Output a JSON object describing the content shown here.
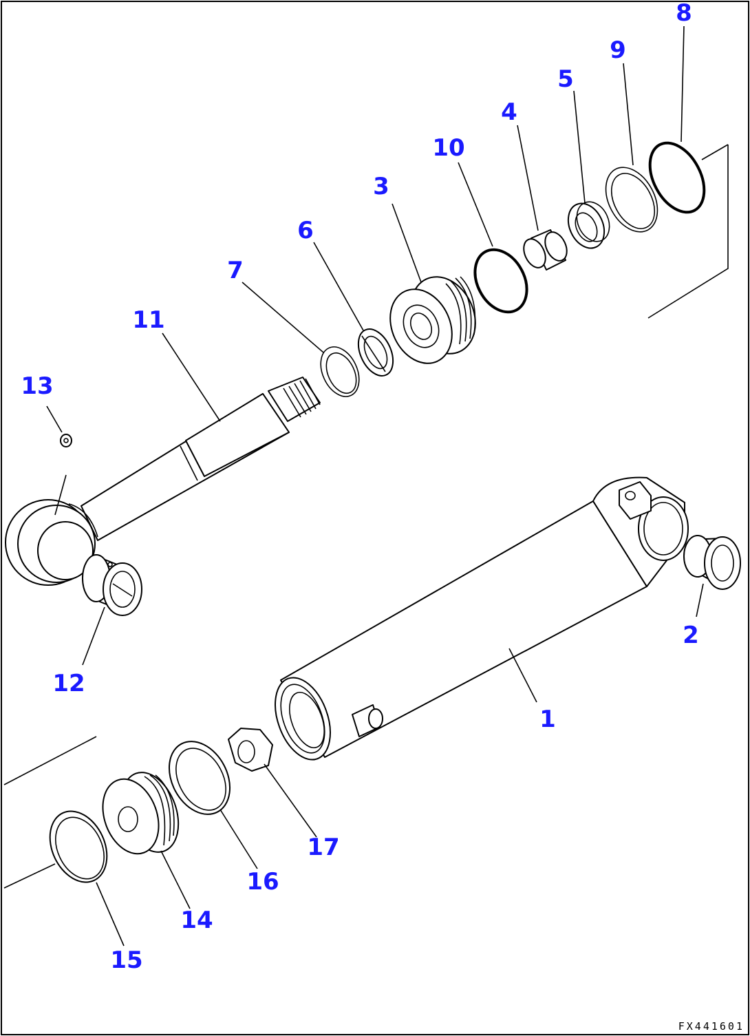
{
  "callouts": [
    {
      "id": "1",
      "label": "1"
    },
    {
      "id": "2",
      "label": "2"
    },
    {
      "id": "3",
      "label": "3"
    },
    {
      "id": "4",
      "label": "4"
    },
    {
      "id": "5",
      "label": "5"
    },
    {
      "id": "6",
      "label": "6"
    },
    {
      "id": "7",
      "label": "7"
    },
    {
      "id": "8",
      "label": "8"
    },
    {
      "id": "9",
      "label": "9"
    },
    {
      "id": "10",
      "label": "10"
    },
    {
      "id": "11",
      "label": "11"
    },
    {
      "id": "12",
      "label": "12"
    },
    {
      "id": "13",
      "label": "13"
    },
    {
      "id": "14",
      "label": "14"
    },
    {
      "id": "15",
      "label": "15"
    },
    {
      "id": "16",
      "label": "16"
    },
    {
      "id": "17",
      "label": "17"
    }
  ],
  "reference_code": "FX441601",
  "colors": {
    "callout": "#1a1aff",
    "line": "#000000",
    "background": "#ffffff"
  }
}
